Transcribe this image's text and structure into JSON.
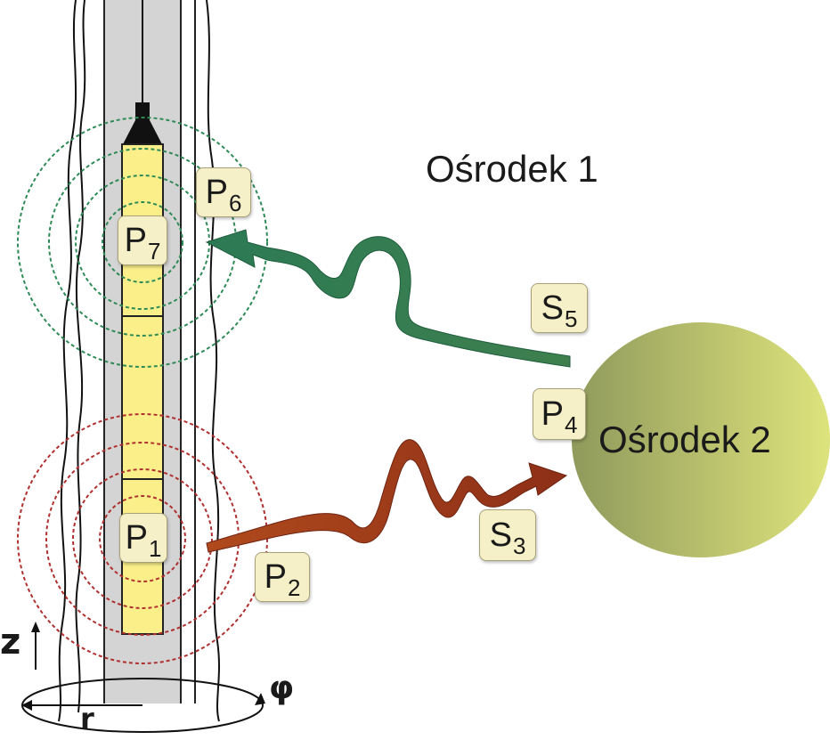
{
  "labels": {
    "medium_1": "Ośrodek 1",
    "medium_2": "Ośrodek 2"
  },
  "points": {
    "p1": {
      "main": "P",
      "sub": "1"
    },
    "p2": {
      "main": "P",
      "sub": "2"
    },
    "s3": {
      "main": "S",
      "sub": "3"
    },
    "p4": {
      "main": "P",
      "sub": "4"
    },
    "s5": {
      "main": "S",
      "sub": "5"
    },
    "p6": {
      "main": "P",
      "sub": "6"
    },
    "p7": {
      "main": "P",
      "sub": "7"
    }
  },
  "axes": {
    "z": "z",
    "r": "r",
    "phi": "φ"
  },
  "colors": {
    "borehole_fill": "#d4d4d4",
    "tool_fill": "#fbef8a",
    "green_wave": "#2f7a52",
    "red_wave": "#9b3a1c",
    "sphere_left": "#8f9a5c",
    "sphere_right": "#d9e07a"
  }
}
